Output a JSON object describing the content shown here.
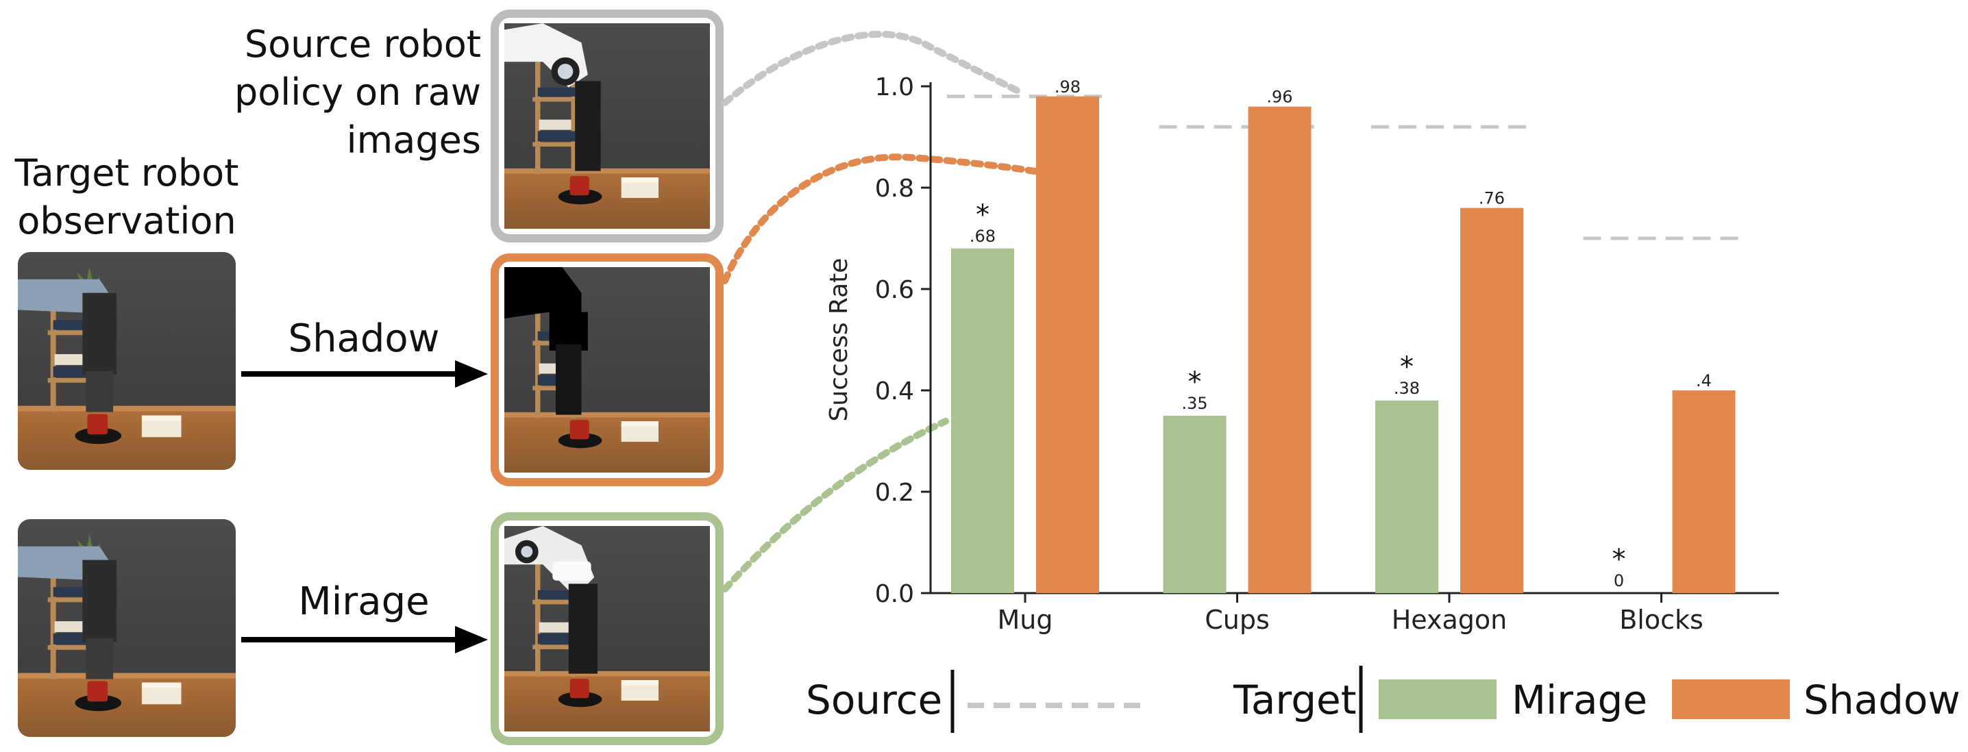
{
  "left": {
    "target_label": "Target robot\nobservation",
    "source_label": "Source robot\npolicy on raw\nimages",
    "arrow_top_label": "Shadow",
    "arrow_bottom_label": "Mirage"
  },
  "legend": {
    "source_label": "Source",
    "target_label": "Target",
    "mirage_label": "Mirage",
    "shadow_label": "Shadow"
  },
  "colors": {
    "mirage": "#a9c290",
    "shadow": "#e0884e",
    "source": "#c6c6c6",
    "frame_source": "#bcbcbc",
    "frame_shadow": "#e0884e",
    "frame_mirage": "#a9c290"
  },
  "chart_data": {
    "type": "bar",
    "ylabel": "Success Rate",
    "ylim": [
      0,
      1.0
    ],
    "yticks": [
      "0.0",
      "0.2",
      "0.4",
      "0.6",
      "0.8",
      "1.0"
    ],
    "categories": [
      "Mug",
      "Cups",
      "Hexagon",
      "Blocks"
    ],
    "series": [
      {
        "name": "Mirage",
        "values": [
          0.68,
          0.35,
          0.38,
          0
        ],
        "labels": [
          ".68",
          ".35",
          ".38",
          "0"
        ]
      },
      {
        "name": "Shadow",
        "values": [
          0.98,
          0.96,
          0.76,
          0.4
        ],
        "labels": [
          ".98",
          ".96",
          ".76",
          ".4"
        ]
      }
    ],
    "source": {
      "name": "Source",
      "values": [
        0.98,
        0.92,
        0.92,
        0.7
      ]
    },
    "significance_marker": "*"
  }
}
